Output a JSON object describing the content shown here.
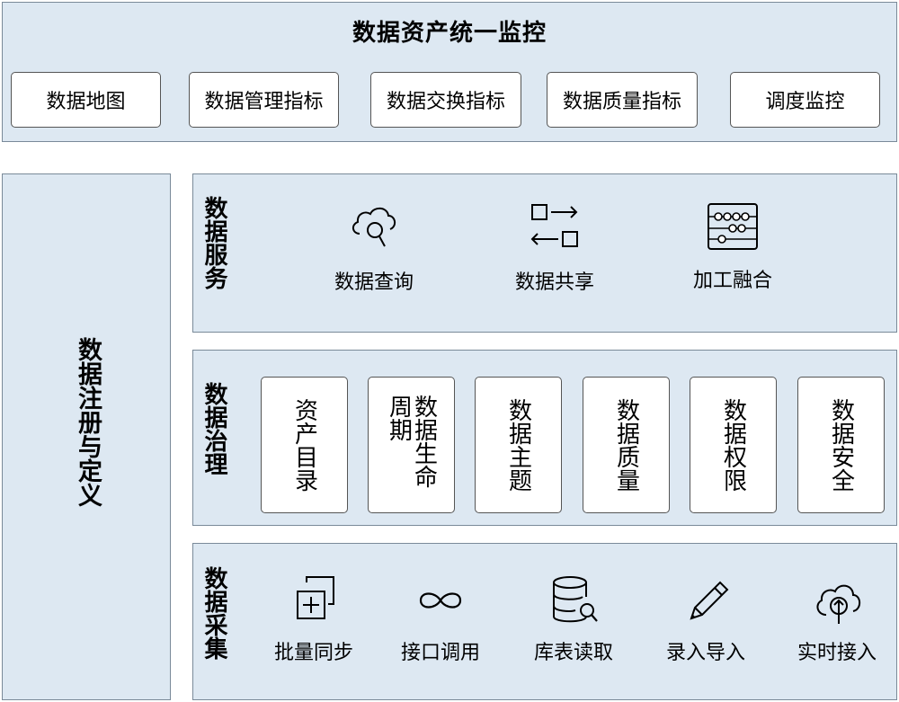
{
  "top": {
    "title": "数据资产统一监控",
    "items": [
      "数据地图",
      "数据管理指标",
      "数据交换指标",
      "数据质量指标",
      "调度监控"
    ]
  },
  "left": {
    "label": "数据注册与定义"
  },
  "service": {
    "label": "数据服务",
    "items": [
      {
        "label": "数据查询",
        "icon": "cloud-search-icon"
      },
      {
        "label": "数据共享",
        "icon": "exchange-arrows-icon"
      },
      {
        "label": "加工融合",
        "icon": "abacus-icon"
      }
    ]
  },
  "governance": {
    "label": "数据治理",
    "items": [
      "资产目录",
      "数据生命周期",
      "数据主题",
      "数据质量",
      "数据权限",
      "数据安全"
    ]
  },
  "collection": {
    "label": "数据采集",
    "items": [
      {
        "label": "批量同步",
        "icon": "batch-add-icon"
      },
      {
        "label": "接口调用",
        "icon": "infinity-icon"
      },
      {
        "label": "库表读取",
        "icon": "database-search-icon"
      },
      {
        "label": "录入导入",
        "icon": "pencil-icon"
      },
      {
        "label": "实时接入",
        "icon": "cloud-upload-icon"
      }
    ]
  }
}
